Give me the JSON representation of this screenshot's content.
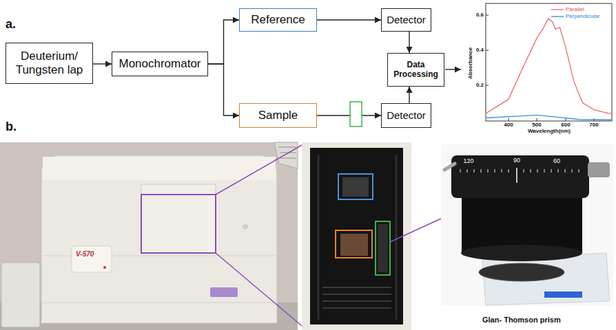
{
  "diagram": {
    "nodes": [
      {
        "text": [
          "Deuterium/ Tungsten lap"
        ]
      },
      {
        "text": [
          "Monochromator"
        ]
      },
      {
        "text": [
          "Reference"
        ]
      },
      {
        "text": [
          "Detector"
        ]
      },
      {
        "text": [
          "Data Processing"
        ]
      },
      {
        "text": [
          "Sample"
        ]
      },
      {
        "text": [
          "Detector"
        ]
      }
    ],
    "edges": [
      {
        "from": 0,
        "to": 1,
        "arrow": "to"
      },
      {
        "from": 1,
        "to": 2,
        "arrow": "to"
      },
      {
        "from": 1,
        "to": 5,
        "arrow": "to"
      },
      {
        "from": 2,
        "to": 3,
        "arrow": "to"
      },
      {
        "from": 5,
        "to": 6,
        "arrow": "to"
      },
      {
        "from": 3,
        "to": 4,
        "arrow": "to"
      },
      {
        "from": 6,
        "to": 4,
        "arrow": "to"
      }
    ],
    "labels": [
      "a.",
      "b.",
      "0.2",
      "0.4",
      "0.6",
      "400",
      "500",
      "600",
      "700",
      "Absorbance",
      "Wavelength(nm)",
      "V-570",
      "120",
      "90",
      "60",
      "Glan- Thomson prism"
    ],
    "legend": [
      {
        "text": "Parallel"
      },
      {
        "text": "Perpendicular"
      }
    ]
  }
}
